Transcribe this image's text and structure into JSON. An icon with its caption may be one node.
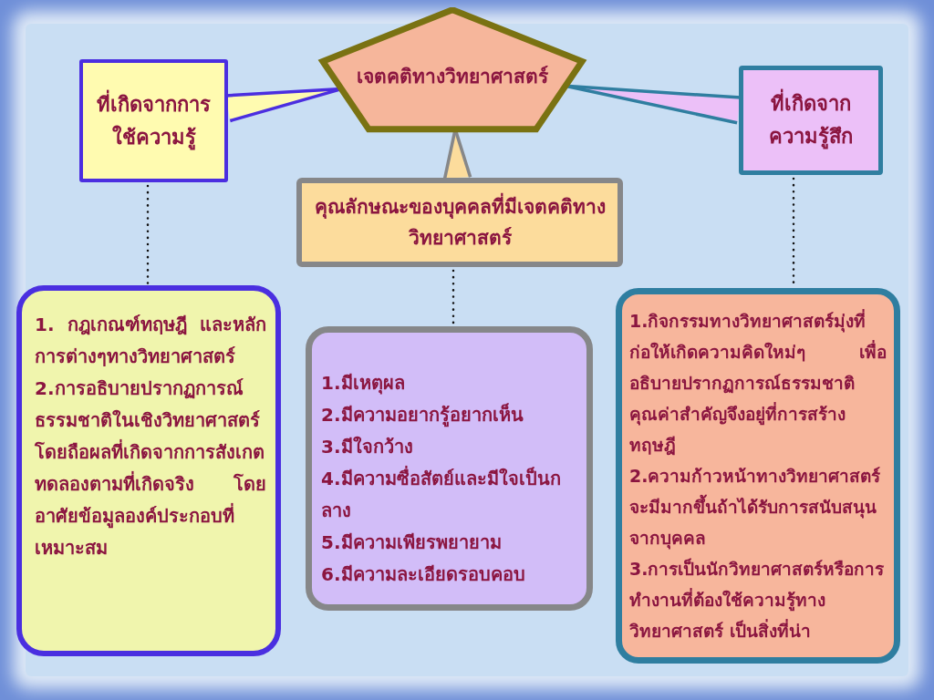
{
  "diagram": {
    "nodes": [
      {
        "text": [
          "เจตคติทางวิทยาศาสตร์"
        ]
      },
      {
        "text": [
          "ที่เกิดจากการใช้ความรู้"
        ]
      },
      {
        "text": [
          "คุณลักษณะของบุคคลที่มีเจตคติทางวิทยาศาสตร์"
        ]
      },
      {
        "text": [
          "ที่เกิดจากความรู้สึก"
        ]
      },
      {
        "text": [
          "1. กฎเกณฑ์ทฤษฎี และหลักการต่างๆทางวิทยาศาสตร์",
          "2.การอธิบายปรากฏการณ์ธรรมชาติในเชิงวิทยาศาสตร์ โดยถือผลที่เกิดจากการสังเกต ทดลองตามที่เกิดจริง โดยอาศัยข้อมูลองค์ประกอบที่เหมาะสม"
        ]
      },
      {
        "text": [
          "1.มีเหตุผล",
          "2.มีความอยากรู้อยากเห็น",
          "3.มีใจกว้าง",
          "4.มีความซื่อสัตย์และมีใจเป็นกลาง",
          "5.มีความเพียรพยายาม",
          "6.มีความละเอียดรอบคอบ"
        ]
      },
      {
        "text": [
          "1.กิจกรรมทางวิทยาศาสตร์มุ่งที่ก่อให้เกิดความคิดใหม่ๆ เพื่ออธิบายปรากฏการณ์ธรรมชาติ คุณค่าสำคัญจึงอยู่ที่การสร้างทฤษฎี",
          "2.ความก้าวหน้าทางวิทยาศาสตร์จะมีมากขึ้นถ้าได้รับการสนับสนุนจากบุคคล",
          "3.การเป็นนักวิทยาศาสตร์หรือการทำงานที่ต้องใช้ความรู้ทางวิทยาศาสตร์ เป็นสิ่งที่น่า"
        ]
      }
    ],
    "edges": [
      {
        "from": 1,
        "to": 0,
        "arrow": "none",
        "color": "#4b2ee0"
      },
      {
        "from": 2,
        "to": 0,
        "arrow": "none",
        "color": "#868789"
      },
      {
        "from": 3,
        "to": 0,
        "arrow": "none",
        "color": "#2f7ea0"
      },
      {
        "from": 1,
        "to": 4,
        "arrow": "none",
        "style": "dashed",
        "color": "#111111"
      },
      {
        "from": 2,
        "to": 5,
        "arrow": "none",
        "style": "dashed",
        "color": "#111111"
      },
      {
        "from": 3,
        "to": 6,
        "arrow": "none",
        "style": "dashed",
        "color": "#111111"
      }
    ]
  }
}
